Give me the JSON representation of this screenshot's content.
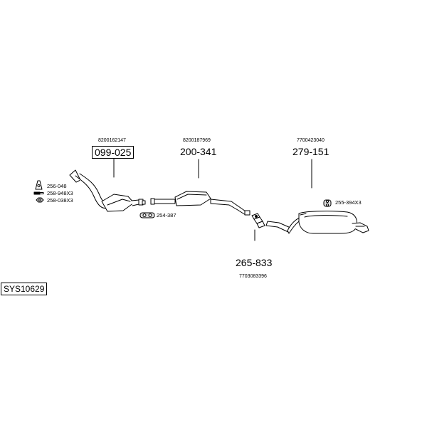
{
  "diagram": {
    "system_code": "SYS10629",
    "parts": [
      {
        "oem": "8200162147",
        "part_no": "099-025"
      },
      {
        "oem": "8200187969",
        "part_no": "200-341"
      },
      {
        "oem": "7700423040",
        "part_no": "279-151"
      },
      {
        "oem": "7703083396",
        "part_no": "265-833"
      }
    ],
    "accessories": {
      "gasket": "256-048",
      "bolt": "258-948X3",
      "nut": "258-038X3",
      "clamp": "254-387",
      "hanger": "255-394X3"
    }
  }
}
